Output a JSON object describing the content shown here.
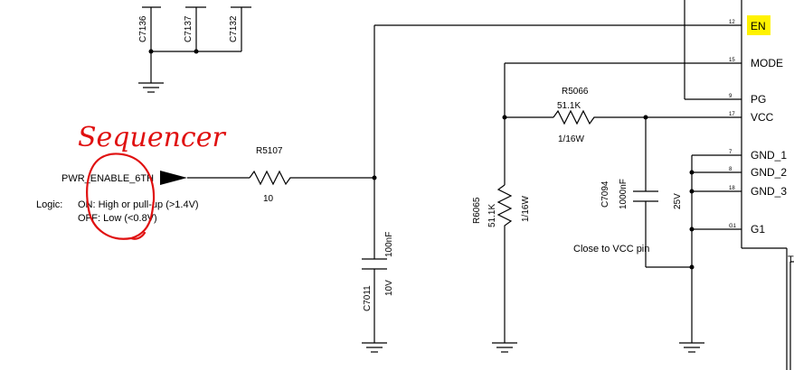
{
  "capacitors_top": [
    "C7136",
    "C7137",
    "C7132"
  ],
  "net_label": "PWR_ENABLE_6TH",
  "logic": {
    "title": "Logic:",
    "on": "ON: High or pull-up (>1.4V)",
    "off": "OFF: Low (<0.8V)"
  },
  "r5107": {
    "ref": "R5107",
    "value": "10"
  },
  "c7011": {
    "ref": "C7011",
    "value": "100nF",
    "voltage": "10V"
  },
  "r5066": {
    "ref": "R5066",
    "value": "51.1K",
    "power": "1/16W"
  },
  "r6065": {
    "ref": "R6065",
    "value": "51.1K",
    "power": "1/16W"
  },
  "c7094": {
    "ref": "C7094",
    "value": "1000nF",
    "voltage": "25V",
    "note": "Close to VCC pin"
  },
  "ic_pins": [
    {
      "num": "12",
      "name": "EN",
      "highlight": true
    },
    {
      "num": "15",
      "name": "MODE"
    },
    {
      "num": "9",
      "name": "PG"
    },
    {
      "num": "17",
      "name": "VCC"
    },
    {
      "num": "7",
      "name": "GND_1"
    },
    {
      "num": "8",
      "name": "GND_2"
    },
    {
      "num": "18",
      "name": "GND_3"
    },
    {
      "num": "G1",
      "name": "G1"
    }
  ],
  "annotation": "Sequencer",
  "highlight_color": "#fff200",
  "annotation_color": "#e01010"
}
